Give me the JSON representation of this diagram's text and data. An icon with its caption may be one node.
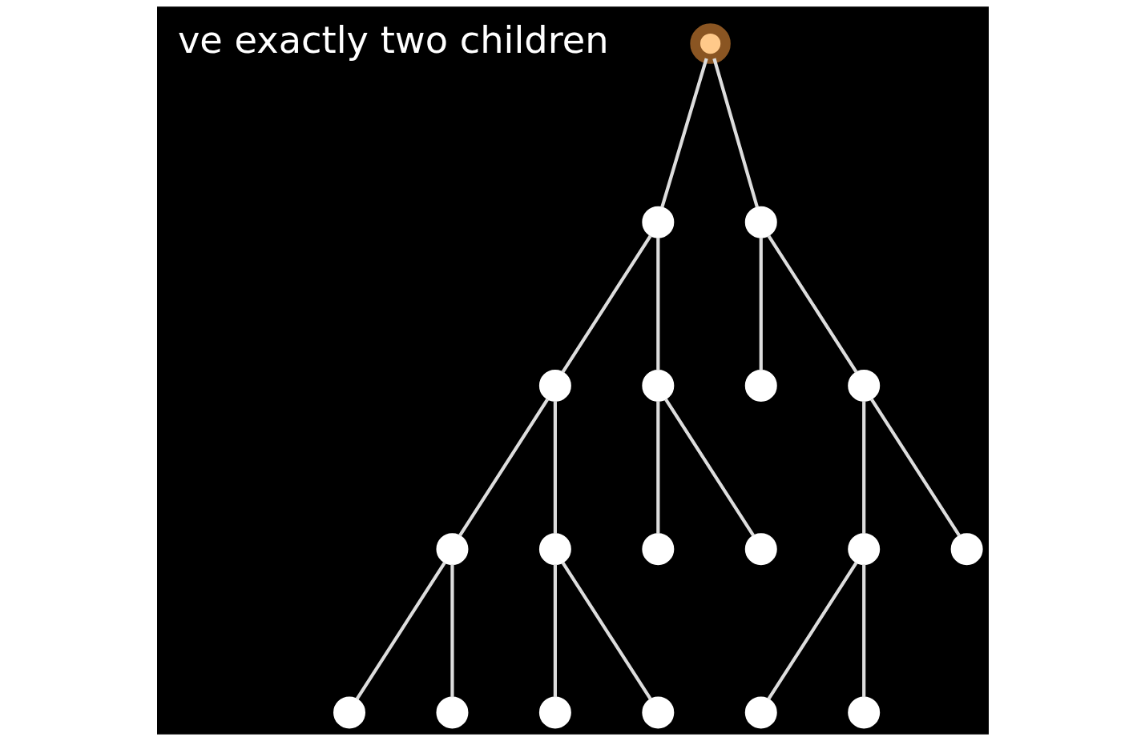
{
  "diagram": {
    "nodes": [
      {
        "text": [],
        "shape": "circle"
      },
      {
        "text": [],
        "shape": "circle"
      },
      {
        "text": [],
        "shape": "circle"
      },
      {
        "text": [],
        "shape": "circle"
      },
      {
        "text": [],
        "shape": "circle"
      },
      {
        "text": [],
        "shape": "circle"
      },
      {
        "text": [],
        "shape": "circle"
      },
      {
        "text": [],
        "shape": "circle"
      },
      {
        "text": [],
        "shape": "circle"
      },
      {
        "text": [],
        "shape": "circle"
      },
      {
        "text": [],
        "shape": "circle"
      },
      {
        "text": [],
        "shape": "circle"
      },
      {
        "text": [],
        "shape": "circle"
      },
      {
        "text": [],
        "shape": "circle"
      },
      {
        "text": [],
        "shape": "circle"
      },
      {
        "text": [],
        "shape": "circle"
      },
      {
        "text": [],
        "shape": "circle"
      },
      {
        "text": [],
        "shape": "circle"
      },
      {
        "text": [],
        "shape": "circle"
      }
    ],
    "edges": [
      {
        "from": 0,
        "to": 1,
        "arrow": "none"
      },
      {
        "from": 0,
        "to": 2,
        "arrow": "none"
      },
      {
        "from": 1,
        "to": 3,
        "arrow": "none"
      },
      {
        "from": 1,
        "to": 4,
        "arrow": "none"
      },
      {
        "from": 2,
        "to": 5,
        "arrow": "none"
      },
      {
        "from": 2,
        "to": 6,
        "arrow": "none"
      },
      {
        "from": 3,
        "to": 7,
        "arrow": "none"
      },
      {
        "from": 3,
        "to": 8,
        "arrow": "none"
      },
      {
        "from": 4,
        "to": 9,
        "arrow": "none"
      },
      {
        "from": 4,
        "to": 10,
        "arrow": "none"
      },
      {
        "from": 6,
        "to": 11,
        "arrow": "none"
      },
      {
        "from": 6,
        "to": 12,
        "arrow": "none"
      },
      {
        "from": 7,
        "to": 13,
        "arrow": "none"
      },
      {
        "from": 7,
        "to": 14,
        "arrow": "none"
      },
      {
        "from": 8,
        "to": 15,
        "arrow": "none"
      },
      {
        "from": 8,
        "to": 16,
        "arrow": "none"
      },
      {
        "from": 11,
        "to": 17,
        "arrow": "none"
      },
      {
        "from": 11,
        "to": 18,
        "arrow": "none"
      }
    ],
    "labels": [
      "ve exactly two children"
    ]
  }
}
